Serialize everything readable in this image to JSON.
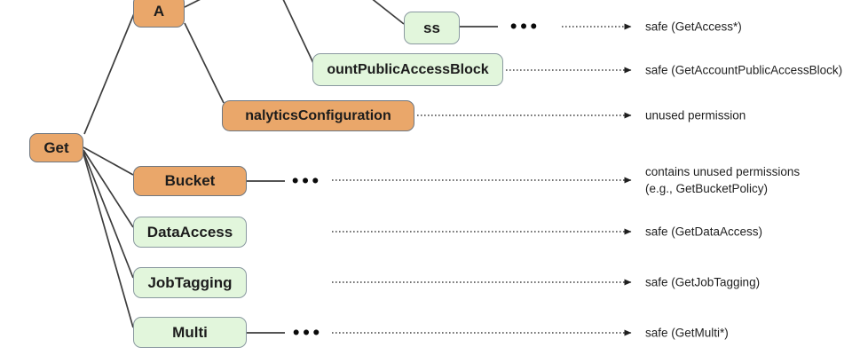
{
  "nodes": {
    "get": "Get",
    "a": "A",
    "ss": "ss",
    "ount_public_access_block": "ountPublicAccessBlock",
    "nalytics_configuration": "nalyticsConfiguration",
    "bucket": "Bucket",
    "data_access": "DataAccess",
    "job_tagging": "JobTagging",
    "multi": "Multi"
  },
  "ellipsis_glyph": "•••",
  "annotations": {
    "ss": "safe (GetAccess*)",
    "account_public_access_block": "safe (GetAccountPublicAccessBlock)",
    "nalytics_configuration": "unused permission",
    "bucket_line1": "contains unused permissions",
    "bucket_line2": "(e.g., GetBucketPolicy)",
    "data_access": "safe (GetDataAccess)",
    "job_tagging": "safe (GetJobTagging)",
    "multi": "safe (GetMulti*)"
  },
  "colors": {
    "unused_fill": "#EAA76A",
    "unused_border": "#6F7780",
    "safe_fill": "#E2F6DC",
    "safe_border": "#8A99A0",
    "connector_line": "#3D3D3D",
    "arrow_and_text": "#1F1F1F"
  }
}
